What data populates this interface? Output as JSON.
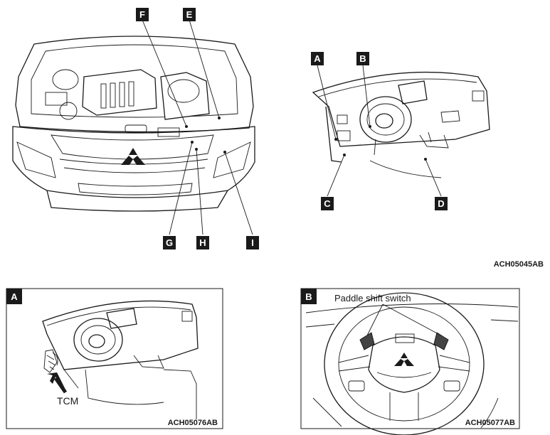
{
  "overview": {
    "engine_labels": [
      "F",
      "E",
      "G",
      "H",
      "I"
    ],
    "dash_labels": [
      "A",
      "B",
      "C",
      "D"
    ],
    "code": "ACH05045AB"
  },
  "detail_a": {
    "tag": "A",
    "part_label": "TCM",
    "code": "ACH05076AB"
  },
  "detail_b": {
    "tag": "B",
    "part_label": "Paddle shift switch",
    "code": "ACH05077AB"
  }
}
